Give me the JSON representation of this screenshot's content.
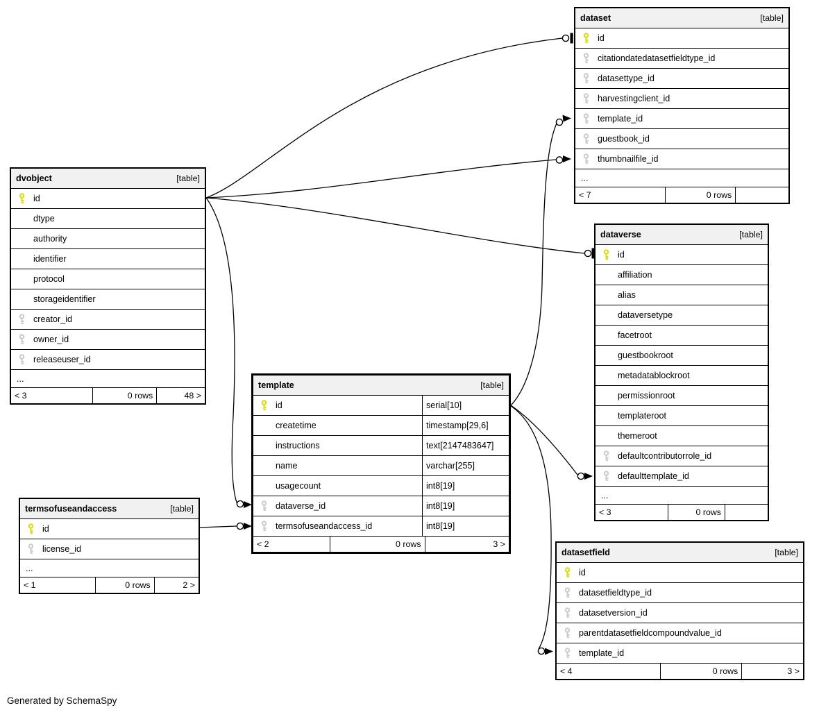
{
  "page": {
    "footer_note": "Generated by SchemaSpy"
  },
  "colors": {
    "pk_key": "#dede00",
    "fk_key": "#cccccc",
    "header_bg": "#f1f1f1",
    "border": "#000000"
  },
  "misc": {
    "ellipsis_label": "..."
  },
  "tables": [
    {
      "id": "dataset",
      "title": "dataset",
      "badge": "[table]",
      "emphasis": false,
      "ellipsis": true,
      "columns": [
        {
          "name": "id",
          "key": "pk"
        },
        {
          "name": "citationdatedatasetfieldtype_id",
          "key": "fk"
        },
        {
          "name": "datasettype_id",
          "key": "fk"
        },
        {
          "name": "harvestingclient_id",
          "key": "fk"
        },
        {
          "name": "template_id",
          "key": "fk"
        },
        {
          "name": "guestbook_id",
          "key": "fk"
        },
        {
          "name": "thumbnailfile_id",
          "key": "fk"
        }
      ],
      "footer": {
        "left": "< 7",
        "mid": "0 rows",
        "right": ""
      }
    },
    {
      "id": "dvobject",
      "title": "dvobject",
      "badge": "[table]",
      "emphasis": false,
      "ellipsis": true,
      "columns": [
        {
          "name": "id",
          "key": "pk"
        },
        {
          "name": "dtype",
          "key": null
        },
        {
          "name": "authority",
          "key": null
        },
        {
          "name": "identifier",
          "key": null
        },
        {
          "name": "protocol",
          "key": null
        },
        {
          "name": "storageidentifier",
          "key": null
        },
        {
          "name": "creator_id",
          "key": "fk"
        },
        {
          "name": "owner_id",
          "key": "fk"
        },
        {
          "name": "releaseuser_id",
          "key": "fk"
        }
      ],
      "footer": {
        "left": "< 3",
        "mid": "0 rows",
        "right": "48 >"
      }
    },
    {
      "id": "dataverse",
      "title": "dataverse",
      "badge": "[table]",
      "emphasis": false,
      "ellipsis": true,
      "columns": [
        {
          "name": "id",
          "key": "pk"
        },
        {
          "name": "affiliation",
          "key": null
        },
        {
          "name": "alias",
          "key": null
        },
        {
          "name": "dataversetype",
          "key": null
        },
        {
          "name": "facetroot",
          "key": null
        },
        {
          "name": "guestbookroot",
          "key": null
        },
        {
          "name": "metadatablockroot",
          "key": null
        },
        {
          "name": "permissionroot",
          "key": null
        },
        {
          "name": "templateroot",
          "key": null
        },
        {
          "name": "themeroot",
          "key": null
        },
        {
          "name": "defaultcontributorrole_id",
          "key": "fk"
        },
        {
          "name": "defaulttemplate_id",
          "key": "fk"
        }
      ],
      "footer": {
        "left": "< 3",
        "mid": "0 rows",
        "right": ""
      }
    },
    {
      "id": "template",
      "title": "template",
      "badge": "[table]",
      "emphasis": true,
      "ellipsis": false,
      "columns": [
        {
          "name": "id",
          "key": "pk",
          "type": "serial[10]"
        },
        {
          "name": "createtime",
          "key": null,
          "type": "timestamp[29,6]"
        },
        {
          "name": "instructions",
          "key": null,
          "type": "text[2147483647]"
        },
        {
          "name": "name",
          "key": null,
          "type": "varchar[255]"
        },
        {
          "name": "usagecount",
          "key": null,
          "type": "int8[19]"
        },
        {
          "name": "dataverse_id",
          "key": "fk",
          "type": "int8[19]"
        },
        {
          "name": "termsofuseandaccess_id",
          "key": "fk",
          "type": "int8[19]"
        }
      ],
      "footer": {
        "left": "< 2",
        "mid": "0 rows",
        "right": "3 >"
      }
    },
    {
      "id": "termsofuseandaccess",
      "title": "termsofuseandaccess",
      "badge": "[table]",
      "emphasis": false,
      "ellipsis": true,
      "columns": [
        {
          "name": "id",
          "key": "pk"
        },
        {
          "name": "license_id",
          "key": "fk"
        }
      ],
      "footer": {
        "left": "< 1",
        "mid": "0 rows",
        "right": "2 >"
      }
    },
    {
      "id": "datasetfield",
      "title": "datasetfield",
      "badge": "[table]",
      "emphasis": false,
      "ellipsis": false,
      "columns": [
        {
          "name": "id",
          "key": "pk"
        },
        {
          "name": "datasetfieldtype_id",
          "key": "fk"
        },
        {
          "name": "datasetversion_id",
          "key": "fk"
        },
        {
          "name": "parentdatasetfieldcompoundvalue_id",
          "key": "fk"
        },
        {
          "name": "template_id",
          "key": "fk"
        }
      ],
      "footer": {
        "left": "< 4",
        "mid": "0 rows",
        "right": "3 >"
      }
    }
  ],
  "edges": [
    {
      "from": "dvobject.id",
      "to": "dataset.id"
    },
    {
      "from": "dvobject.id",
      "to": "dataset.thumbnailfile_id"
    },
    {
      "from": "dvobject.id",
      "to": "dataverse.id"
    },
    {
      "from": "dvobject.id",
      "to": "template.dataverse_id"
    },
    {
      "from": "termsofuseandaccess.id",
      "to": "template.termsofuseandaccess_id"
    },
    {
      "from": "template.id",
      "to": "dataset.template_id"
    },
    {
      "from": "template.id",
      "to": "dataverse.defaulttemplate_id"
    },
    {
      "from": "template.id",
      "to": "datasetfield.template_id"
    }
  ]
}
